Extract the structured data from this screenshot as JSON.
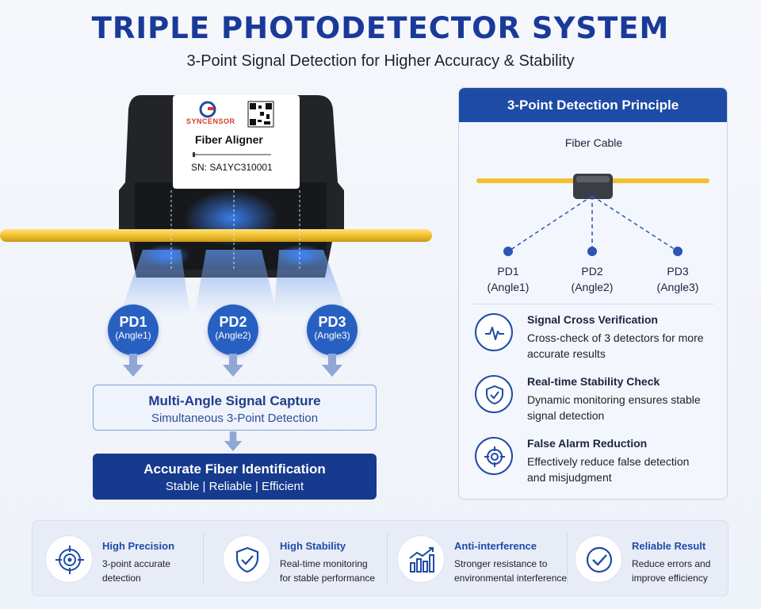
{
  "title": "TRIPLE PHOTODETECTOR SYSTEM",
  "subtitle": "3-Point Signal Detection for Higher Accuracy & Stability",
  "device": {
    "brand": "SYNCENSOR",
    "name": "Fiber Aligner",
    "serial": "SN: SA1YC310001"
  },
  "detectors": [
    {
      "name": "PD1",
      "angle": "(Angle1)"
    },
    {
      "name": "PD2",
      "angle": "(Angle2)"
    },
    {
      "name": "PD3",
      "angle": "(Angle3)"
    }
  ],
  "capture": {
    "title": "Multi-Angle Signal Capture",
    "subtitle": "Simultaneous 3-Point Detection"
  },
  "identification": {
    "title": "Accurate Fiber Identification",
    "subtitle": "Stable | Reliable | Efficient"
  },
  "principle": {
    "header": "3-Point Detection Principle",
    "fiber_label": "Fiber Cable",
    "points": [
      {
        "name": "PD1",
        "angle": "(Angle1)"
      },
      {
        "name": "PD2",
        "angle": "(Angle2)"
      },
      {
        "name": "PD3",
        "angle": "(Angle3)"
      }
    ]
  },
  "features": [
    {
      "icon": "pulse-icon",
      "title": "Signal Cross Verification",
      "desc": "Cross-check of 3 detectors for more accurate results"
    },
    {
      "icon": "shield-check-icon",
      "title": "Real-time Stability Check",
      "desc": "Dynamic monitoring ensures stable signal detection"
    },
    {
      "icon": "crosshair-icon",
      "title": "False Alarm Reduction",
      "desc": "Effectively reduce false detection and misjudgment"
    }
  ],
  "benefits": [
    {
      "icon": "target-icon",
      "title": "High Precision",
      "line1": "3-point accurate",
      "line2": "detection"
    },
    {
      "icon": "shield-icon",
      "title": "High Stability",
      "line1": "Real-time monitoring",
      "line2": "for stable performance"
    },
    {
      "icon": "bar-chart-icon",
      "title": "Anti-interference",
      "line1": "Stronger resistance to",
      "line2": "environmental interference"
    },
    {
      "icon": "check-circle-icon",
      "title": "Reliable Result",
      "line1": "Reduce errors and",
      "line2": "improve efficiency"
    }
  ],
  "colors": {
    "primary": "#1e4ba6",
    "title": "#1a3a9a",
    "fiber": "#f2c12e",
    "dark_box": "#153a8e"
  }
}
